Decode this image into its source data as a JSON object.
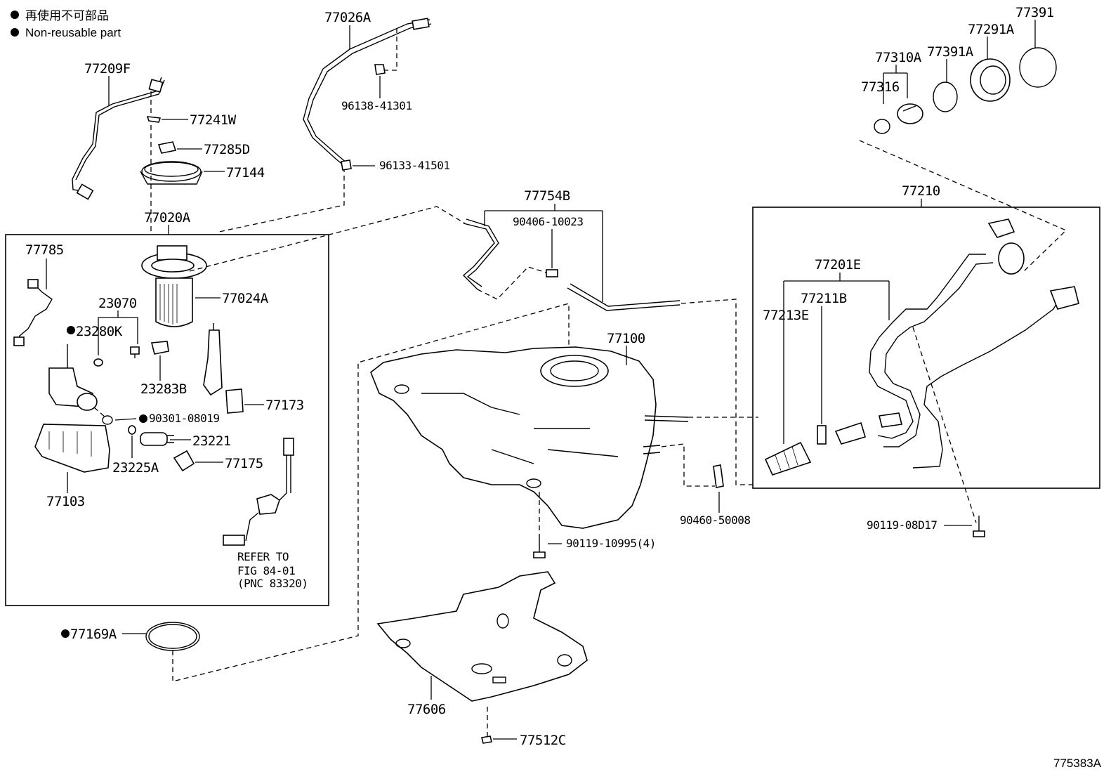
{
  "legend": {
    "line1": "再使用不可部品",
    "line2": "Non-reusable part"
  },
  "figure_id": "775383A",
  "refer_note": {
    "line1": "REFER TO",
    "line2": "FIG 84-01",
    "line3": "(PNC 83320)"
  },
  "labels": {
    "p77209F": "77209F",
    "p77241W": "77241W",
    "p77285D": "77285D",
    "p77144": "77144",
    "p77020A": "77020A",
    "p77026A": "77026A",
    "p96138": "96138-41301",
    "p96133": "96133-41501",
    "p77785": "77785",
    "p23070": "23070",
    "p23280K": "23280K",
    "p77024A": "77024A",
    "p23283B": "23283B",
    "p77173": "77173",
    "p90301": "90301-08019",
    "p23221": "23221",
    "p23225A": "23225A",
    "p77175": "77175",
    "p77103": "77103",
    "p77169A": "77169A",
    "p77754B": "77754B",
    "p90406": "90406-10023",
    "p77100": "77100",
    "p90119a": "90119-10995(4)",
    "p77606": "77606",
    "p77512C": "77512C",
    "p90460": "90460-50008",
    "p77210": "77210",
    "p77201E": "77201E",
    "p77211B": "77211B",
    "p77213E": "77213E",
    "p90119b": "90119-08D17",
    "p77310A": "77310A",
    "p77316": "77316",
    "p77391A": "77391A",
    "p77291A": "77291A",
    "p77391": "77391"
  }
}
